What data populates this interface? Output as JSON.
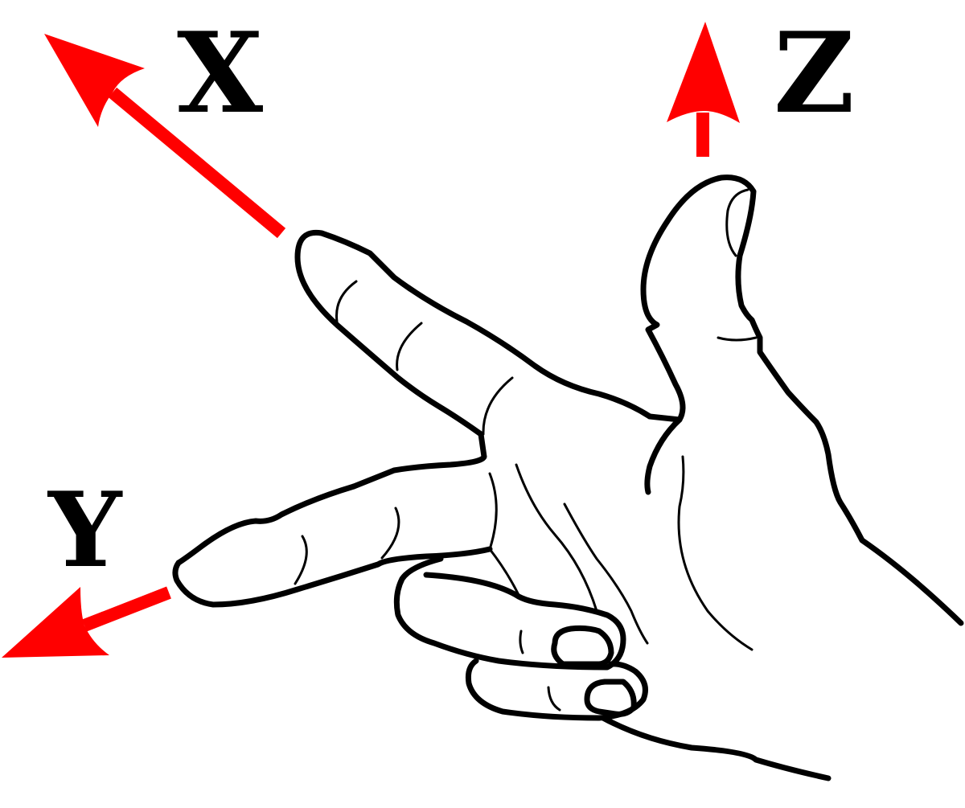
{
  "diagram": {
    "subject": "right-hand-rule",
    "axes": [
      {
        "id": "x",
        "label": "X",
        "color": "#ff0000",
        "finger": "index"
      },
      {
        "id": "y",
        "label": "Y",
        "color": "#ff0000",
        "finger": "middle"
      },
      {
        "id": "z",
        "label": "Z",
        "color": "#ff0000",
        "finger": "thumb"
      }
    ],
    "colors": {
      "arrow": "#ff0000",
      "outline": "#000000",
      "background": "#ffffff"
    }
  }
}
